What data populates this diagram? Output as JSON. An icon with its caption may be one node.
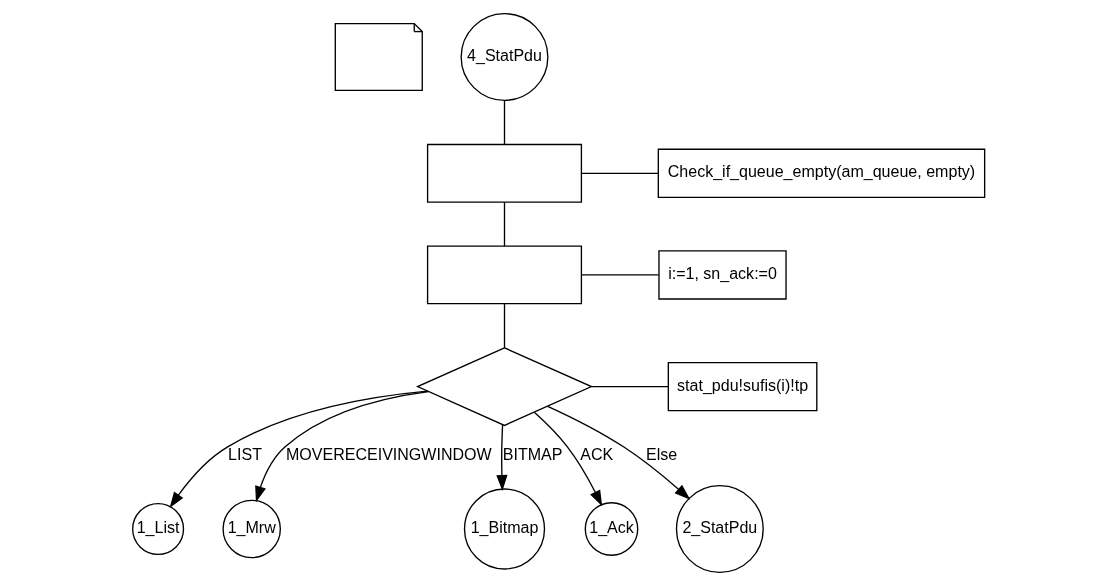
{
  "diagram": {
    "nodes": [
      {
        "text": [],
        "shape": "note"
      },
      {
        "text": [
          "4_StatPdu"
        ]
      },
      {
        "text": [],
        "shape": "box"
      },
      {
        "text": [
          "Check_if_queue_empty(am_queue, empty)"
        ]
      },
      {
        "text": [],
        "shape": "box"
      },
      {
        "text": [
          "i:=1, sn_ack:=0"
        ]
      },
      {
        "text": [],
        "shape": "diamond"
      },
      {
        "text": [
          "stat_pdu!sufis(i)!tp"
        ]
      },
      {
        "text": [
          "1_List"
        ]
      },
      {
        "text": [
          "1_Mrw"
        ]
      },
      {
        "text": [
          "1_Bitmap"
        ]
      },
      {
        "text": [
          "1_Ack"
        ]
      },
      {
        "text": [
          "2_StatPdu"
        ]
      }
    ],
    "edges": [
      {
        "from": 1,
        "to": 2,
        "arrow": "none"
      },
      {
        "from": 2,
        "to": 3,
        "arrow": "none"
      },
      {
        "from": 2,
        "to": 4,
        "arrow": "none"
      },
      {
        "from": 4,
        "to": 5,
        "arrow": "none"
      },
      {
        "from": 4,
        "to": 6,
        "arrow": "none"
      },
      {
        "from": 6,
        "to": 7,
        "arrow": "none"
      },
      {
        "from": 6,
        "to": 8,
        "arrow": "to",
        "label": "LIST"
      },
      {
        "from": 6,
        "to": 9,
        "arrow": "to",
        "label": "MOVERECEIVINGWINDOW"
      },
      {
        "from": 6,
        "to": 10,
        "arrow": "to",
        "label": "BITMAP"
      },
      {
        "from": 6,
        "to": 11,
        "arrow": "to",
        "label": "ACK"
      },
      {
        "from": 6,
        "to": 12,
        "arrow": "to",
        "label": "Else"
      }
    ]
  }
}
